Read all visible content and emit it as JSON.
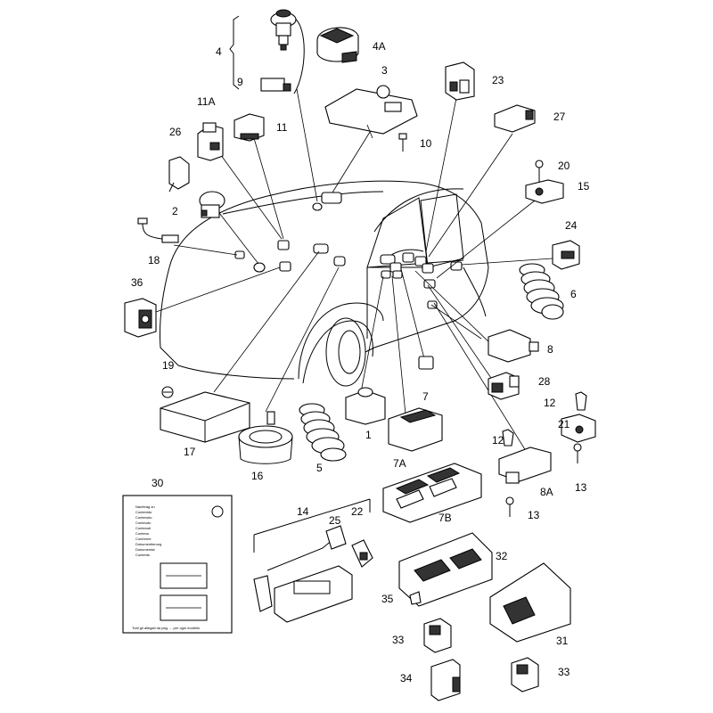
{
  "diagram": {
    "callouts": [
      {
        "id": "n4",
        "text": "4"
      },
      {
        "id": "n4a",
        "text": "4A"
      },
      {
        "id": "n9",
        "text": "9"
      },
      {
        "id": "n3",
        "text": "3"
      },
      {
        "id": "n23",
        "text": "23"
      },
      {
        "id": "n11a",
        "text": "11A"
      },
      {
        "id": "n11",
        "text": "11"
      },
      {
        "id": "n27",
        "text": "27"
      },
      {
        "id": "n26",
        "text": "26"
      },
      {
        "id": "n10",
        "text": "10"
      },
      {
        "id": "n20",
        "text": "20"
      },
      {
        "id": "n15",
        "text": "15"
      },
      {
        "id": "n2",
        "text": "2"
      },
      {
        "id": "n24",
        "text": "24"
      },
      {
        "id": "n18",
        "text": "18"
      },
      {
        "id": "n36",
        "text": "36"
      },
      {
        "id": "n6",
        "text": "6"
      },
      {
        "id": "n8",
        "text": "8"
      },
      {
        "id": "n19",
        "text": "19"
      },
      {
        "id": "n7",
        "text": "7"
      },
      {
        "id": "n28",
        "text": "28"
      },
      {
        "id": "n12a",
        "text": "12"
      },
      {
        "id": "n21",
        "text": "21"
      },
      {
        "id": "n1",
        "text": "1"
      },
      {
        "id": "n17",
        "text": "17"
      },
      {
        "id": "n12b",
        "text": "12"
      },
      {
        "id": "n7a",
        "text": "7A"
      },
      {
        "id": "n13a",
        "text": "13"
      },
      {
        "id": "n16",
        "text": "16"
      },
      {
        "id": "n5",
        "text": "5"
      },
      {
        "id": "n8a",
        "text": "8A"
      },
      {
        "id": "n30",
        "text": "30"
      },
      {
        "id": "n7b",
        "text": "7B"
      },
      {
        "id": "n14",
        "text": "14"
      },
      {
        "id": "n25",
        "text": "25"
      },
      {
        "id": "n22",
        "text": "22"
      },
      {
        "id": "n13b",
        "text": "13"
      },
      {
        "id": "n32",
        "text": "32"
      },
      {
        "id": "n35",
        "text": "35"
      },
      {
        "id": "n31",
        "text": "31"
      },
      {
        "id": "n33a",
        "text": "33"
      },
      {
        "id": "n34",
        "text": "34"
      },
      {
        "id": "n33b",
        "text": "33"
      }
    ],
    "document_lines": [
      "Nachtrag zu",
      "Contenido",
      "Contenuto",
      "Conteudo",
      "Contenuti",
      "Contenu",
      "Conforme",
      "Dokumentierung",
      "Dokumentat",
      "Contents"
    ],
    "document_footer": "Tutti gli allegati da pag. ... per ogni modello"
  }
}
